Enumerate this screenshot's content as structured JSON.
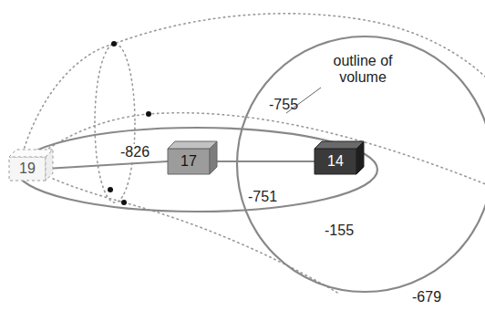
{
  "diagram": {
    "nodes": [
      {
        "text": [
          "19"
        ]
      },
      {
        "text": [
          "17"
        ]
      },
      {
        "text": [
          "14"
        ]
      }
    ],
    "edges": [
      {
        "from": 0,
        "to": 1,
        "arrow": "none",
        "label": "-826"
      },
      {
        "from": 1,
        "to": 2,
        "arrow": "none",
        "label": "-751"
      }
    ],
    "labels": [
      "outline of volume",
      "-755",
      "-155",
      "-679"
    ]
  }
}
